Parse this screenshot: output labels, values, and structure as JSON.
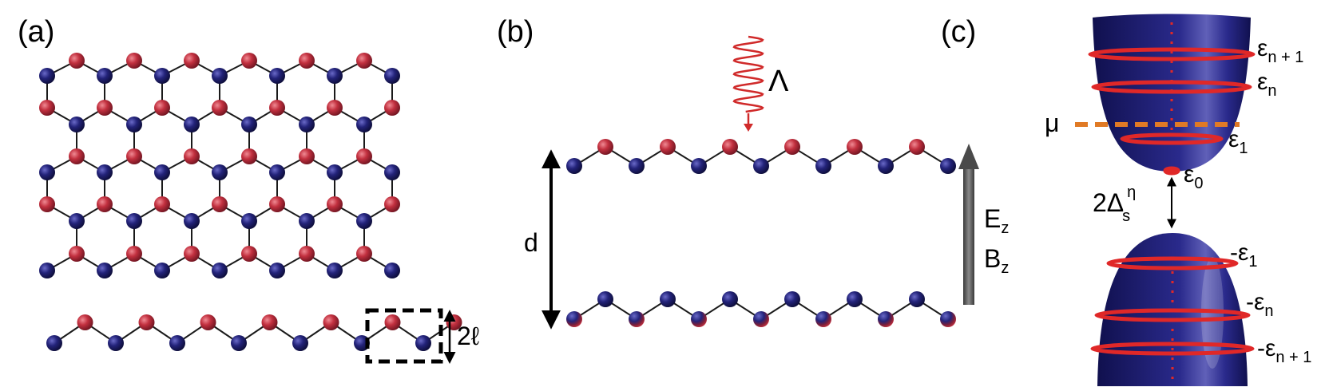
{
  "colors": {
    "atom_a": "#c2303f",
    "atom_b": "#23237a",
    "cone": "#1c1c78",
    "level": "#e02828",
    "chem": "#e07a25"
  },
  "panel_a": {
    "label": "(a)",
    "height_label": "2ℓ"
  },
  "panel_b": {
    "label": "(b)",
    "light_label": "Λ",
    "d_label": "d",
    "field_e": "E",
    "field_e_sub": "z",
    "field_b": "B",
    "field_b_sub": "z"
  },
  "panel_c": {
    "label": "(c)",
    "mu": "μ",
    "gap_main": "2Δ",
    "gap_sub": "s",
    "gap_sup": "η",
    "upper_levels": [
      {
        "name": "ε",
        "sub": "n + 1"
      },
      {
        "name": "ε",
        "sub": "n"
      },
      {
        "name": "ε",
        "sub": "1"
      },
      {
        "name": "ε",
        "sub": "0"
      }
    ],
    "lower_levels": [
      {
        "name": "-ε",
        "sub": "1"
      },
      {
        "name": "-ε",
        "sub": "n"
      },
      {
        "name": "-ε",
        "sub": "n + 1"
      }
    ]
  }
}
